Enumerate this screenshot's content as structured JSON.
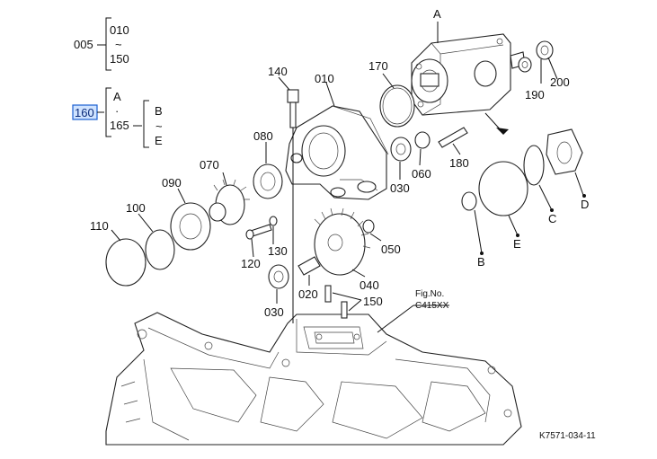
{
  "legend": {
    "group1": {
      "ref": "005",
      "from": "010",
      "tilde": "~",
      "to": "150"
    },
    "group2": {
      "ref": "160",
      "from": "A",
      "dot": "·",
      "to": "165",
      "sub_from": "B",
      "sub_tilde": "~",
      "sub_to": "E"
    }
  },
  "callouts": {
    "c010": "010",
    "c020": "020",
    "c030a": "030",
    "c030b": "030",
    "c040": "040",
    "c050": "050",
    "c060": "060",
    "c070": "070",
    "c080": "080",
    "c090": "090",
    "c100": "100",
    "c110": "110",
    "c120": "120",
    "c130": "130",
    "c140": "140",
    "c150": "150",
    "c170": "170",
    "c180": "180",
    "c190": "190",
    "c200": "200",
    "cA": "A",
    "cB": "B",
    "cC": "C",
    "cD": "D",
    "cE": "E"
  },
  "figure": {
    "label": "Fig.No.",
    "number": "C415XX",
    "code": "K7571-034-11"
  },
  "colors": {
    "highlight": "#cfe3ff",
    "highlight_border": "#1a5fd0",
    "line": "#111111"
  }
}
